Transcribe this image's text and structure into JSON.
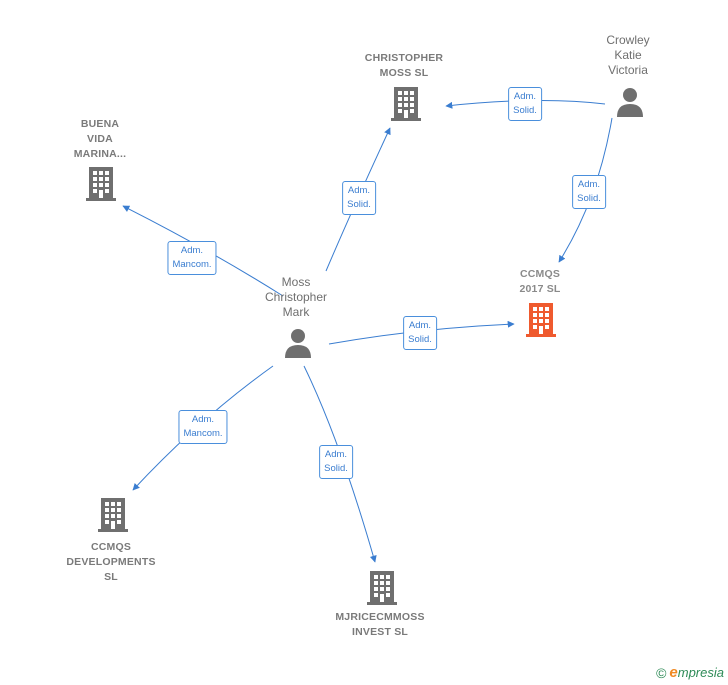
{
  "colors": {
    "edge": "#3a7dd0",
    "company": "#6f6f6f",
    "company_highlight": "#ef5a2e",
    "person": "#6f6f6f"
  },
  "nodes": {
    "christopher_moss_sl": {
      "label": "CHRISTOPHER\nMOSS  SL",
      "icon": "building-icon"
    },
    "crowley": {
      "label": "Crowley\nKatie\nVictoria",
      "icon": "person-icon"
    },
    "buena_vida": {
      "label": "BUENA\nVIDA\nMARINA...",
      "icon": "building-icon"
    },
    "ccmqs_2017": {
      "label": "CCMQS\n2017  SL",
      "icon": "building-icon"
    },
    "moss_christopher": {
      "label": "Moss\nChristopher\nMark",
      "icon": "person-icon"
    },
    "ccmqs_dev": {
      "label": "CCMQS\nDEVELOPMENTS\nSL",
      "icon": "building-icon"
    },
    "mjrice": {
      "label": "MJRICECMMOSS\nINVEST  SL",
      "icon": "building-icon"
    }
  },
  "edges": [
    {
      "label": "Adm.\nSolid."
    },
    {
      "label": "Adm.\nSolid."
    },
    {
      "label": "Adm.\nSolid."
    },
    {
      "label": "Adm.\nMancom."
    },
    {
      "label": "Adm.\nSolid."
    },
    {
      "label": "Adm.\nMancom."
    },
    {
      "label": "Adm.\nSolid."
    }
  ],
  "footer": {
    "copyright": "©",
    "brand_e": "e",
    "brand_rest": "mpresia"
  }
}
